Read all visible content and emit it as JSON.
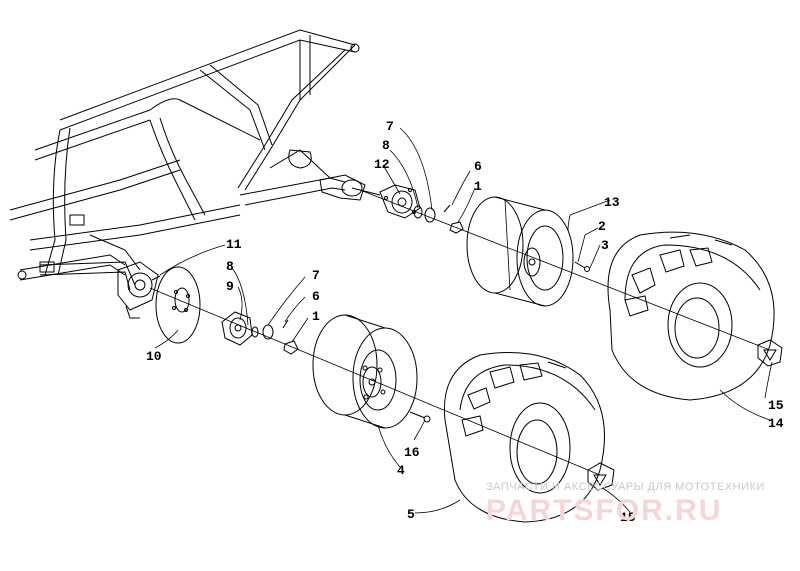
{
  "callouts": [
    {
      "id": "c1a",
      "label": "1"
    },
    {
      "id": "c6a",
      "label": "6"
    },
    {
      "id": "c7a",
      "label": "7"
    },
    {
      "id": "c8a",
      "label": "8"
    },
    {
      "id": "c12",
      "label": "12"
    },
    {
      "id": "c13",
      "label": "13"
    },
    {
      "id": "c2",
      "label": "2"
    },
    {
      "id": "c3",
      "label": "3"
    },
    {
      "id": "c11",
      "label": "11"
    },
    {
      "id": "c8b",
      "label": "8"
    },
    {
      "id": "c9",
      "label": "9"
    },
    {
      "id": "c7b",
      "label": "7"
    },
    {
      "id": "c6b",
      "label": "6"
    },
    {
      "id": "c1b",
      "label": "1"
    },
    {
      "id": "c10",
      "label": "10"
    },
    {
      "id": "c16",
      "label": "16"
    },
    {
      "id": "c4",
      "label": "4"
    },
    {
      "id": "c5",
      "label": "5"
    },
    {
      "id": "c15a",
      "label": "15"
    },
    {
      "id": "c14",
      "label": "14"
    },
    {
      "id": "c15b",
      "label": "15"
    }
  ],
  "watermark": {
    "tagline": "ЗАПЧАСТИ И АКСЕССУАРЫ ДЛЯ МОТОТЕХНИКИ",
    "brand": "PARTSFOR.RU"
  }
}
